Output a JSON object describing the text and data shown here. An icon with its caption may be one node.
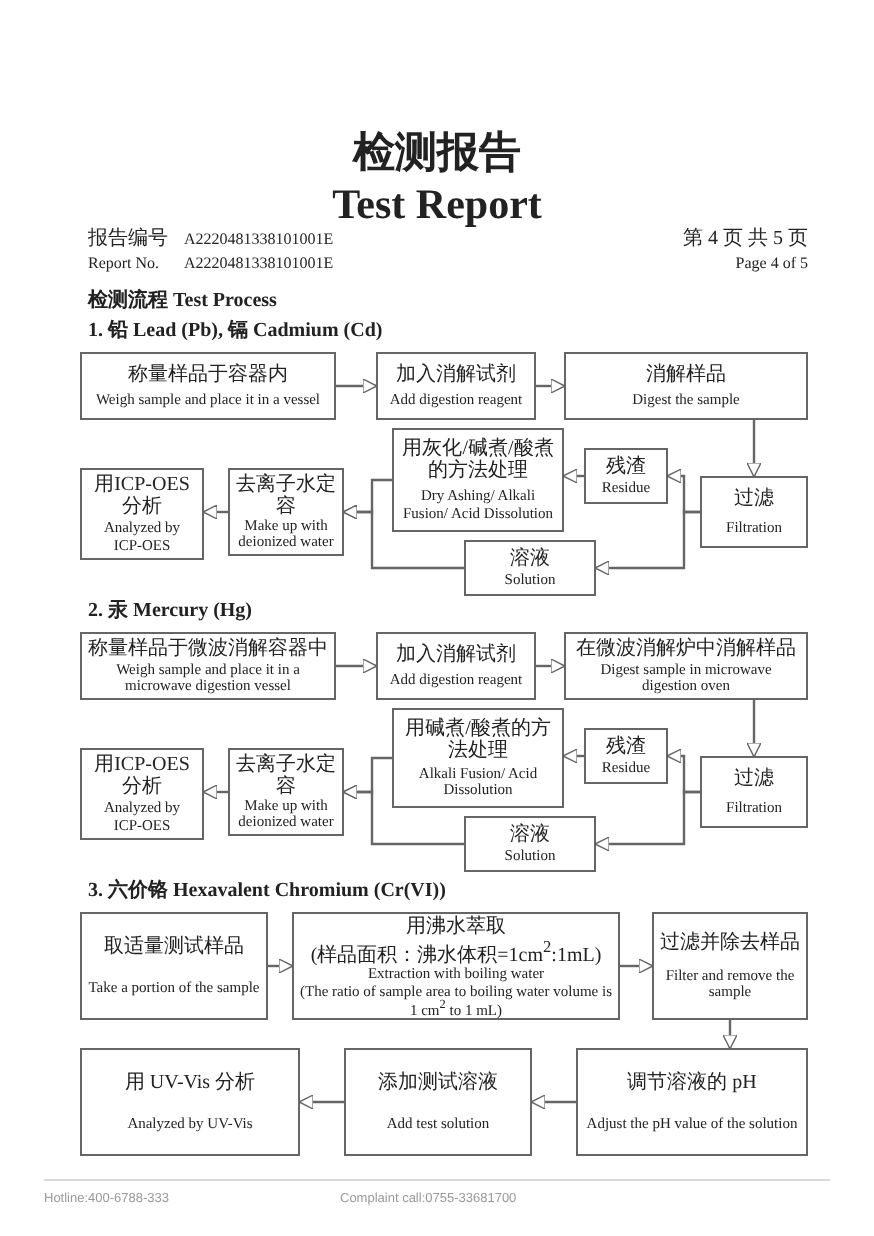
{
  "diagram": {
    "title": "检测报告",
    "nodes": [
      {
        "text": [
          "称量样品于容器内",
          "Weigh sample and place it in a vessel"
        ]
      },
      {
        "text": [
          "加入消解试剂",
          "Add digestion reagent"
        ]
      },
      {
        "text": [
          "消解样品",
          "Digest the sample"
        ]
      },
      {
        "text": [
          "用ICP-OES分析",
          "Analyzed by ICP-OES"
        ]
      },
      {
        "text": [
          "去离子水定容",
          "Make up with deionized water"
        ]
      },
      {
        "text": [
          "用灰化/碱煮/酸煮的方法处理",
          "Dry Ashing/ Alkali Fusion/ Acid Dissolution"
        ]
      },
      {
        "text": [
          "残渣",
          "Residue"
        ]
      },
      {
        "text": [
          "过滤",
          "Filtration"
        ]
      },
      {
        "text": [
          "溶液",
          "Solution"
        ]
      },
      {
        "text": [
          "称量样品于微波消解容器中",
          "Weigh sample and place it in a microwave digestion vessel"
        ]
      },
      {
        "text": [
          "加入消解试剂",
          "Add digestion reagent"
        ]
      },
      {
        "text": [
          "在微波消解炉中消解样品",
          "Digest sample in microwave digestion oven"
        ]
      },
      {
        "text": [
          "用ICP-OES分析",
          "Analyzed by ICP-OES"
        ]
      },
      {
        "text": [
          "去离子水定容",
          "Make up with deionized water"
        ]
      },
      {
        "text": [
          "用碱煮/酸煮的方法处理",
          "Alkali Fusion/ Acid Dissolution"
        ]
      },
      {
        "text": [
          "残渣",
          "Residue"
        ]
      },
      {
        "text": [
          "过滤",
          "Filtration"
        ]
      },
      {
        "text": [
          "溶液",
          "Solution"
        ]
      },
      {
        "text": [
          "取适量测试样品",
          "Take a portion of the sample"
        ]
      },
      {
        "text": [
          "用沸水萃取",
          "(样品面积：沸水体积=1cm$^{2}$:1mL)",
          "Extraction with boiling water",
          "(The ratio of sample area to boiling water volume is 1 cm$^{2}$ to 1 mL)"
        ]
      },
      {
        "text": [
          "过滤并除去样品",
          "Filter and remove the sample"
        ]
      },
      {
        "text": [
          "用 UV-Vis 分析",
          "Analyzed by UV-Vis"
        ]
      },
      {
        "text": [
          "添加测试溶液",
          "Add test solution"
        ]
      },
      {
        "text": [
          "调节溶液的 pH",
          "Adjust the pH value of the solution"
        ]
      }
    ],
    "edges": [
      {
        "from": 0,
        "to": 1,
        "arrow": "to"
      },
      {
        "from": 1,
        "to": 2,
        "arrow": "to"
      },
      {
        "from": 2,
        "to": 7,
        "arrow": "to"
      },
      {
        "from": 7,
        "to": 6,
        "arrow": "to"
      },
      {
        "from": 7,
        "to": 8,
        "arrow": "to"
      },
      {
        "from": 6,
        "to": 5,
        "arrow": "to"
      },
      {
        "from": 5,
        "to": 4,
        "arrow": "to"
      },
      {
        "from": 8,
        "to": 4,
        "arrow": "to"
      },
      {
        "from": 4,
        "to": 3,
        "arrow": "to"
      },
      {
        "from": 9,
        "to": 10,
        "arrow": "to"
      },
      {
        "from": 10,
        "to": 11,
        "arrow": "to"
      },
      {
        "from": 11,
        "to": 16,
        "arrow": "to"
      },
      {
        "from": 16,
        "to": 15,
        "arrow": "to"
      },
      {
        "from": 16,
        "to": 17,
        "arrow": "to"
      },
      {
        "from": 15,
        "to": 14,
        "arrow": "to"
      },
      {
        "from": 14,
        "to": 13,
        "arrow": "to"
      },
      {
        "from": 17,
        "to": 13,
        "arrow": "to"
      },
      {
        "from": 13,
        "to": 12,
        "arrow": "to"
      },
      {
        "from": 18,
        "to": 19,
        "arrow": "to"
      },
      {
        "from": 19,
        "to": 20,
        "arrow": "to"
      },
      {
        "from": 20,
        "to": 23,
        "arrow": "to"
      },
      {
        "from": 23,
        "to": 22,
        "arrow": "to"
      },
      {
        "from": 22,
        "to": 21,
        "arrow": "to"
      }
    ],
    "labels": [
      "Test Report",
      "报告编号",
      "A2220481338101001E",
      "第 4 页 共 5 页",
      "Report No.",
      "A2220481338101001E",
      "Page 4 of 5",
      "检测流程 Test Process",
      "1. 铅 Lead (Pb), 镉 Cadmium (Cd)",
      "2. 汞 Mercury (Hg)",
      "3. 六价铬 Hexavalent Chromium (Cr(VI))",
      "Hotline:400-6788-333",
      "Complaint call:0755-33681700"
    ]
  }
}
